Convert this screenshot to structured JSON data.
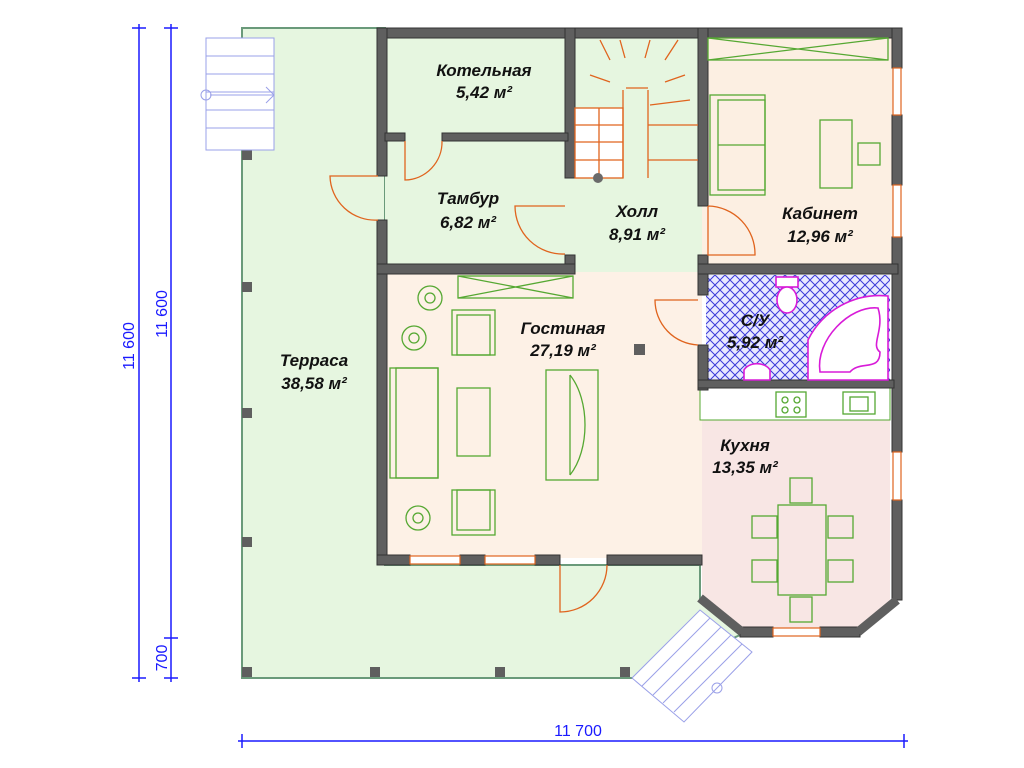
{
  "rooms": {
    "boiler": {
      "name": "Котельная",
      "area": "5,42 м²"
    },
    "vestibule": {
      "name": "Тамбур",
      "area": "6,82 м²"
    },
    "hall": {
      "name": "Холл",
      "area": "8,91 м²"
    },
    "study": {
      "name": "Кабинет",
      "area": "12,96 м²"
    },
    "living": {
      "name": "Гостиная",
      "area": "27,19 м²"
    },
    "bathroom": {
      "name": "С/У",
      "area": "5,92 м²"
    },
    "kitchen": {
      "name": "Кухня",
      "area": "13,35 м²"
    },
    "terrace": {
      "name": "Терраса",
      "area": "38,58 м²"
    }
  },
  "dimensions": {
    "outer_height": "11 600",
    "inner_height": "11 600",
    "offset": "700",
    "width": "11 700"
  },
  "colors": {
    "wall": "#5f5f5f",
    "dimension": "#1a1aff",
    "door": "#e0641e",
    "furniture": "#55a832",
    "sanitary": "#d81bd8"
  }
}
